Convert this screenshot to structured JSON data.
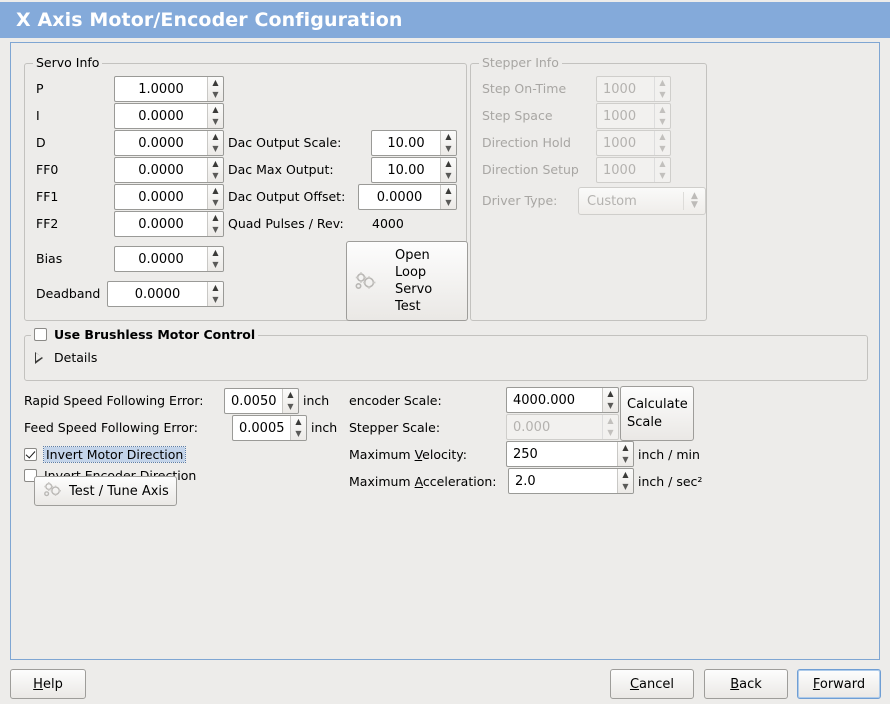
{
  "window": {
    "title": "X Axis Motor/Encoder Configuration",
    "title_bar_color": "#84aada",
    "background_color": "#edecea",
    "accent_color": "#7fa6d3"
  },
  "servo_info": {
    "legend": "Servo Info",
    "rows": [
      {
        "label": "P",
        "value": "1.0000"
      },
      {
        "label": "I",
        "value": "0.0000"
      },
      {
        "label": "D",
        "value": "0.0000"
      },
      {
        "label": "FF0",
        "value": "0.0000"
      },
      {
        "label": "FF1",
        "value": "0.0000"
      },
      {
        "label": "FF2",
        "value": "0.0000"
      },
      {
        "label": "Bias",
        "value": "0.0000"
      },
      {
        "label": "Deadband",
        "value": "0.0000"
      }
    ],
    "dac": [
      {
        "label": "Dac Output Scale:",
        "value": "10.00"
      },
      {
        "label": "Dac Max Output:",
        "value": "10.00"
      },
      {
        "label": "Dac Output Offset:",
        "value": "0.0000"
      }
    ],
    "quad_pulses_label": "Quad Pulses / Rev:",
    "quad_pulses_value": "4000",
    "open_loop_button": "Open\nLoop\nServo\nTest",
    "open_loop_lines": [
      "Open",
      "Loop",
      "Servo",
      "Test"
    ],
    "open_loop_icon": "gears-icon"
  },
  "stepper_info": {
    "legend": "Stepper Info",
    "enabled": false,
    "rows": [
      {
        "label": "Step On-Time",
        "value": "1000"
      },
      {
        "label": "Step Space",
        "value": "1000"
      },
      {
        "label": "Direction Hold",
        "value": "1000"
      },
      {
        "label": "Direction Setup",
        "value": "1000"
      }
    ],
    "driver_type_label": "Driver Type:",
    "driver_type_value": "Custom"
  },
  "brushless": {
    "checkbox_label": "Use Brushless Motor Control",
    "checked": false,
    "details_label": "Details",
    "details_expanded": false
  },
  "tuning": {
    "rapid_following_error_label": "Rapid Speed Following Error:",
    "rapid_following_error_value": "0.0050",
    "rapid_following_error_unit": "inch",
    "feed_following_error_label": "Feed Speed Following Error:",
    "feed_following_error_value": "0.0005",
    "feed_following_error_unit": "inch",
    "invert_motor_label": "Invert Motor Direction",
    "invert_motor_checked": true,
    "invert_encoder_label": "Invert Encoder Direction",
    "invert_encoder_checked": false,
    "test_tune_button": "Test / Tune Axis",
    "test_tune_icon": "gears-icon"
  },
  "scales": {
    "encoder_scale_label": "encoder Scale:",
    "encoder_scale_value": "4000.000",
    "stepper_scale_label": "Stepper Scale:",
    "stepper_scale_value": "0.000",
    "stepper_scale_enabled": false,
    "calculate_button_lines": [
      "Calculate",
      "Scale"
    ],
    "max_velocity_label_pre": "Maximum ",
    "max_velocity_label_key": "V",
    "max_velocity_label_post": "elocity:",
    "max_velocity_value": "250",
    "max_velocity_unit": "inch / min",
    "max_accel_label_pre": "Maximum ",
    "max_accel_label_key": "A",
    "max_accel_label_post": "cceleration:",
    "max_accel_value": "2.0",
    "max_accel_unit": "inch / sec²"
  },
  "footer": {
    "help": "Help",
    "help_key": "H",
    "cancel": "Cancel",
    "cancel_key": "C",
    "back": "Back",
    "back_key": "B",
    "forward": "Forward",
    "forward_key": "F",
    "focused_button": "Forward"
  }
}
